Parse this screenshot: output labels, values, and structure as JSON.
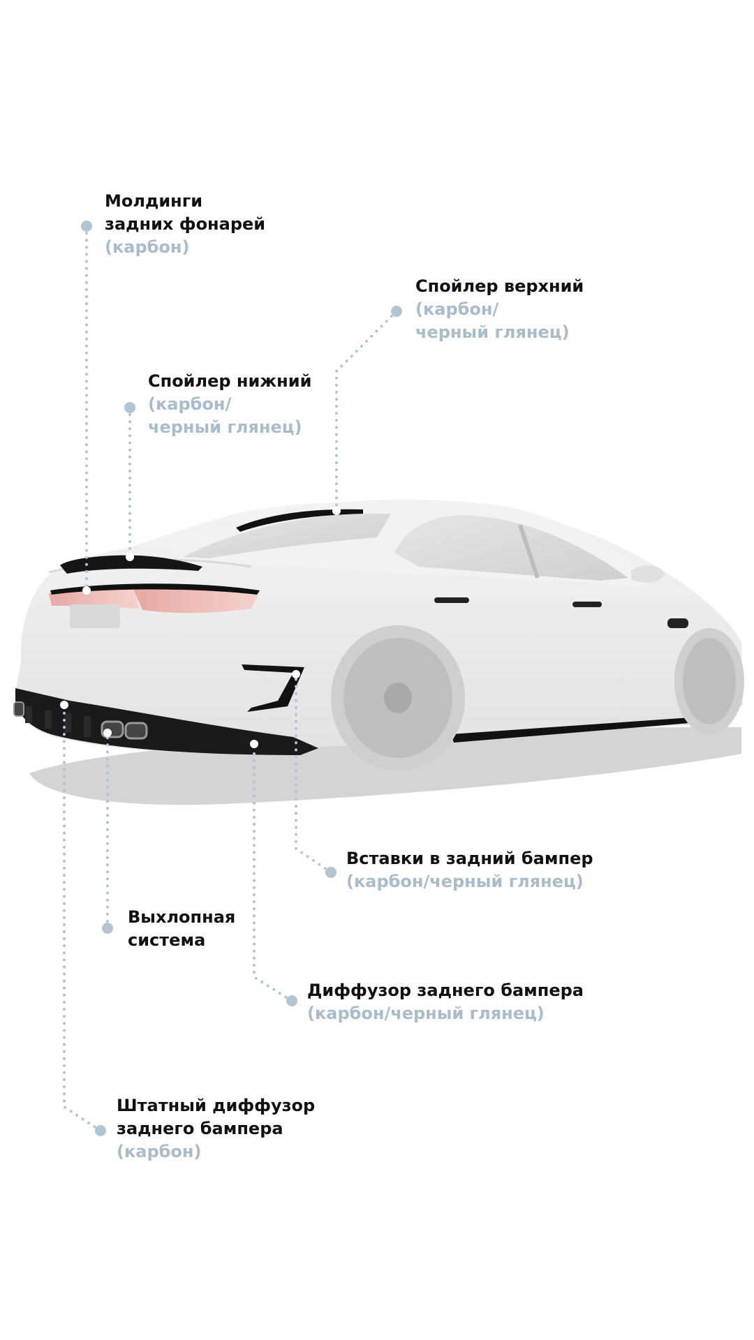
{
  "callouts": {
    "taillight_moldings": {
      "line1": "Молдинги",
      "line2": "задних фонарей",
      "material": "(карбон)"
    },
    "upper_spoiler": {
      "line1": "Спойлер верхний",
      "material_line1": "(карбон/",
      "material_line2": "черный глянец)"
    },
    "lower_spoiler": {
      "line1": "Спойлер нижний",
      "material_line1": "(карбон/",
      "material_line2": "черный глянец)"
    },
    "bumper_inserts": {
      "line1": "Вставки в задний бампер",
      "material": "(карбон/черный глянец)"
    },
    "exhaust": {
      "line1": "Выхлопная",
      "line2": "система"
    },
    "bumper_diffuser": {
      "line1": "Диффузор заднего бампера",
      "material": "(карбон/черный глянец)"
    },
    "stock_diffuser": {
      "line1": "Штатный диффузор",
      "line2": "заднего бампера",
      "material": "(карбон)"
    }
  },
  "colors": {
    "title_text": "#111111",
    "material_text": "#a9bccb",
    "leader_line": "#b3c4d2",
    "car_body": "#ececec",
    "carbon_parts": "#111111",
    "shadow": "#d3d3d3"
  }
}
